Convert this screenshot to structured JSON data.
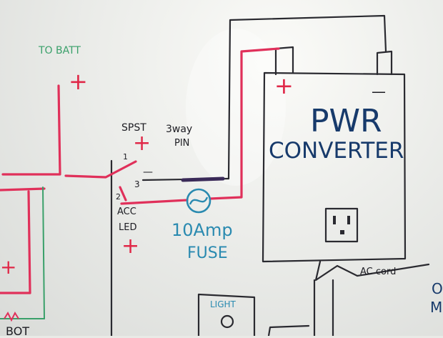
{
  "labels": {
    "to_batt": "TO BATT",
    "spst": "SPST",
    "three_way": "3way",
    "pin": "PIN",
    "pin_1": "1",
    "pin_2": "2",
    "pin_3": "3",
    "acc": "ACC",
    "led": "LED",
    "ten_amp": "10Amp",
    "fuse": "FUSE",
    "pwr": "PWR",
    "converter": "CONVERTER",
    "ac_cord": "AC cord",
    "light": "LIGHT",
    "plus": "+",
    "minus": "—",
    "bottom_left_partial": "BOT",
    "right_edge_top": "O",
    "right_edge_bottom": "M"
  },
  "colors": {
    "marker_red": "#e0305a",
    "marker_black": "#2a2a30",
    "marker_navy": "#173a6b",
    "marker_teal": "#2a8ab0",
    "marker_green": "#3aa06a",
    "board": "#eeefec"
  }
}
